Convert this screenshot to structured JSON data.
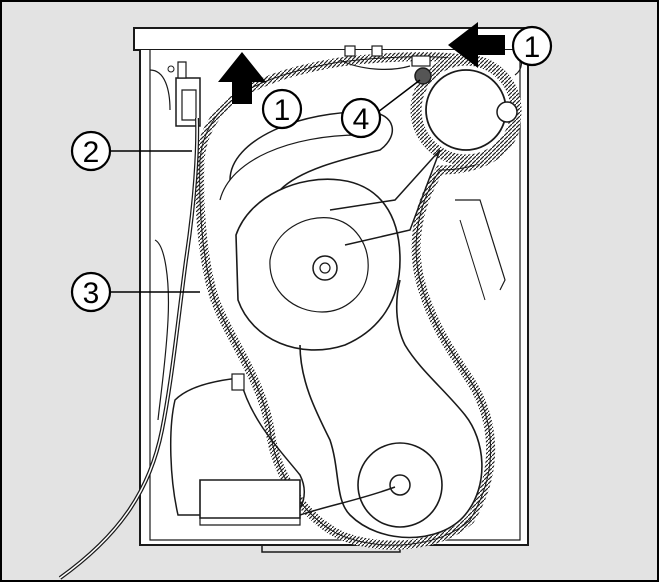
{
  "diagram": {
    "callouts": {
      "c1_top": "1",
      "c1_mid": "1",
      "c2": "2",
      "c3": "3",
      "c4": "4"
    },
    "colors": {
      "background": "#e3e3e3",
      "panel": "#ffffff",
      "line": "#1a1a1a",
      "arrow": "#000000",
      "knob": "#555555"
    },
    "icons": [
      "arrow-up-icon",
      "arrow-left-icon"
    ]
  }
}
